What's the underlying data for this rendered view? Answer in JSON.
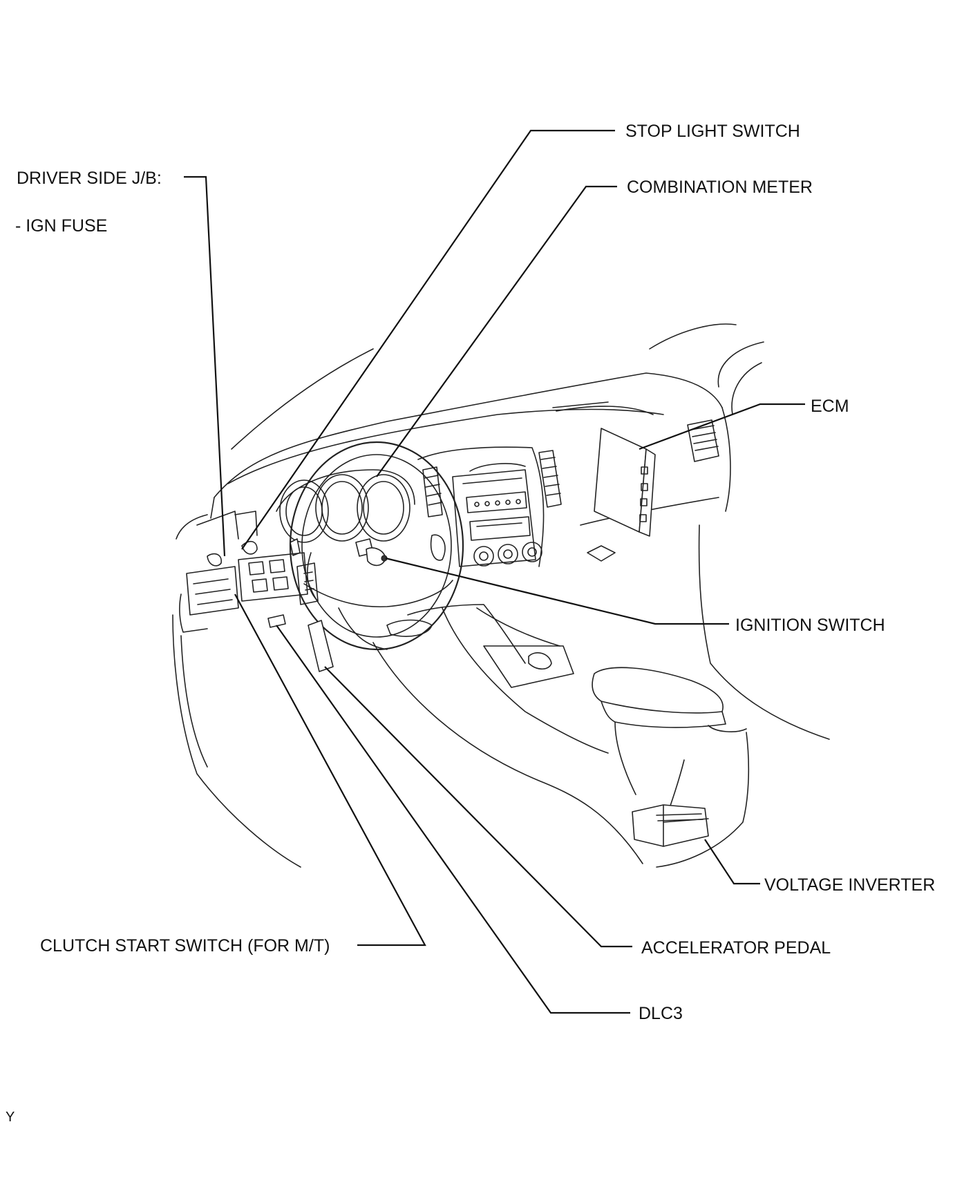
{
  "labels": {
    "stop_light_switch": "STOP LIGHT SWITCH",
    "driver_side_jb": "DRIVER SIDE J/B:",
    "ign_fuse": "- IGN FUSE",
    "combination_meter": "COMBINATION METER",
    "ecm": "ECM",
    "ignition_switch": "IGNITION SWITCH",
    "voltage_inverter": "VOLTAGE INVERTER",
    "clutch_start_switch": "CLUTCH START SWITCH (FOR M/T)",
    "accelerator_pedal": "ACCELERATOR PEDAL",
    "dlc3": "DLC3",
    "corner_mark": "Y"
  },
  "colors": {
    "line": "#111111",
    "background": "#ffffff"
  }
}
